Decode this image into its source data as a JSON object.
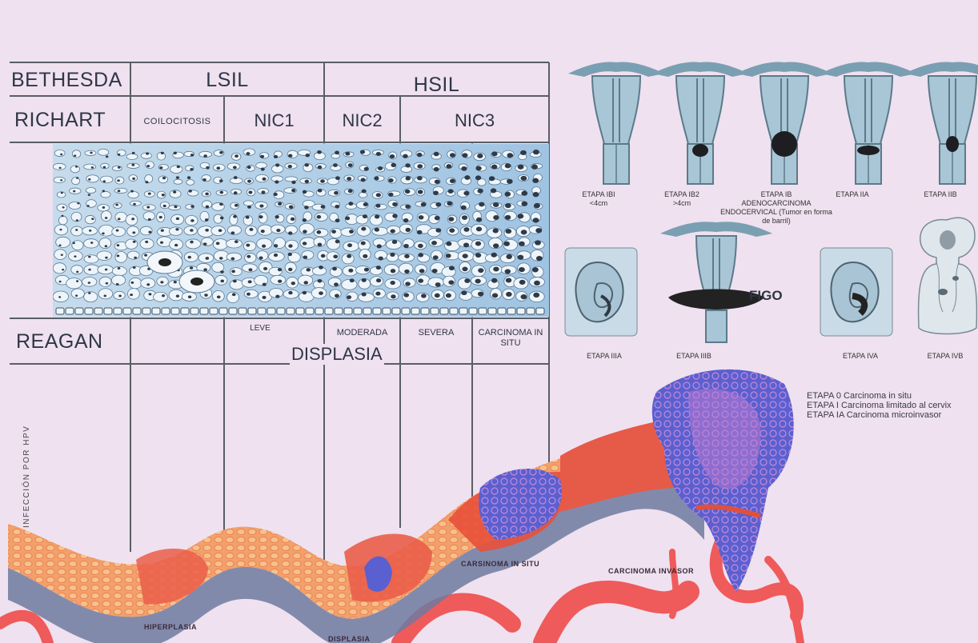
{
  "colors": {
    "background": "#efe1ef",
    "grid_lines": "#5a5e66",
    "cell_panel": "#b7d5ea",
    "tissue_red": "#e8503a",
    "tissue_blue": "#4a55c8",
    "uterus_blue": "#6e95a8"
  },
  "table": {
    "rows": {
      "bethesda": "BETHESDA",
      "richart": "RICHART",
      "reagan": "REAGAN"
    },
    "bethesda_cols": [
      "LSIL",
      "HSIL"
    ],
    "richart_cols": [
      "COILOCITOSIS",
      "NIC1",
      "NIC2",
      "NIC3"
    ],
    "reagan_cols": [
      "LEVE",
      "MODERADA",
      "SEVERA",
      "CARCINOMA IN SITU"
    ],
    "reagan_center": "DISPLASIA",
    "hpv_label": "INFECCIÓN POR HPV"
  },
  "stages_top": [
    {
      "label": "ETAPA IBI",
      "sub": "<4cm"
    },
    {
      "label": "ETAPA IB2",
      "sub": ">4cm"
    },
    {
      "label": "ETAPA IB",
      "sub": "ADENOCARCINOMA ENDOCERVICAL (Tumor en forma de barril)"
    },
    {
      "label": "ETAPA IIA",
      "sub": ""
    },
    {
      "label": "ETAPA IIB",
      "sub": ""
    }
  ],
  "stages_bottom": [
    {
      "label": "ETAPA IIIA"
    },
    {
      "label": "ETAPA IIIB"
    },
    {
      "label": "ETAPA IVA"
    },
    {
      "label": "ETAPA IVB"
    }
  ],
  "figo_label": "FIGO",
  "legend": [
    {
      "text": "ETAPA  0 Carcinoma in situ"
    },
    {
      "text": "ETAPA  I Carcinoma limitado al cervix"
    },
    {
      "text": "ETAPA  IA Carcinoma microinvasor"
    }
  ],
  "tissue_labels": {
    "hiperplasia": "HIPERPLASIA",
    "displasia": "DISPLASIA",
    "carsinoma_in_situ": "CARSINOMA IN SITU",
    "carcinoma_invasor": "CARCINOMA INVASOR"
  }
}
